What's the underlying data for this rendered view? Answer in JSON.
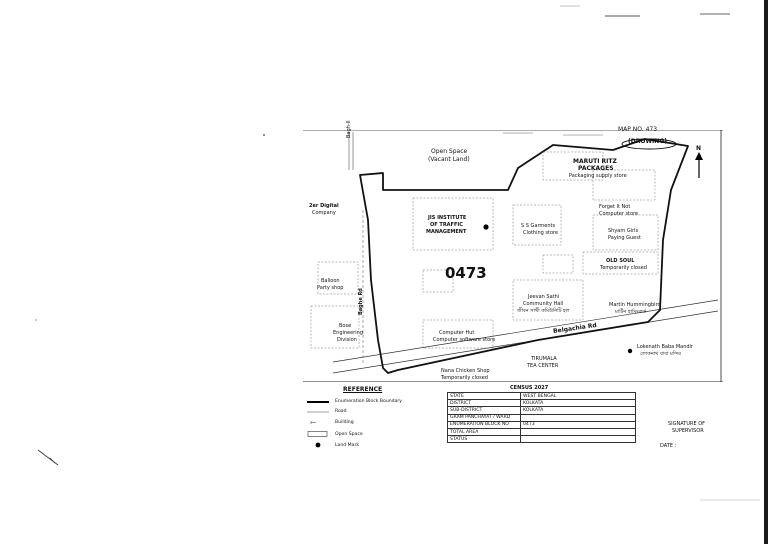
{
  "map": {
    "map_no": "MAP NO. 473",
    "drawing": "(DROWING)",
    "north": "N",
    "block_number": "0473",
    "labels": {
      "road_top": "Bagh-II",
      "open_space": "Open Space",
      "vacant_land": "(Vacant Land)",
      "maruti_1": "MARUTI RITZ",
      "maruti_2": "PACKAGES",
      "maruti_3": "Packaging supply store",
      "digital_1": "2er Digital",
      "digital_2": "Company",
      "jis_1": "JIS INSTITUTE",
      "jis_2": "OF TRAFFIC",
      "jis_3": "MANAGEMENT",
      "ss_1": "S S Garments",
      "ss_2": "Clothing store",
      "forget_1": "Forget It Not",
      "forget_2": "Computer store",
      "shyam_1": "Shyam Girls",
      "shyam_2": "Paying Guest",
      "oldsoul_1": "OLD SOUL",
      "oldsoul_2": "Temporarily closed",
      "balloon_1": "Balloon",
      "balloon_2": "Party shop",
      "baghe_rd": "Baghe Rd",
      "jeevan_1": "Jeevan Sathi",
      "jeevan_2": "Community Hall",
      "jeevan_3": "জীবন সাথী কমিউনিটি হল",
      "martin_1": "Martin Hummingbird",
      "martin_2": "মার্টিন হামিংবার্ড",
      "bose_1": "Bose",
      "bose_2": "Engineering",
      "bose_3": "Division",
      "computer_1": "Computer Hut",
      "computer_2": "Computer software store",
      "belgachia_rd": "Belgachia Rd",
      "lokenath_1": "Lokenath Baba Mandir",
      "lokenath_2": "লোকনাথ বাবা মন্দির",
      "tirumala_1": "TIRUMALA",
      "tirumala_2": "TEA CENTER",
      "nana_1": "Nana Chicken Shop",
      "nana_2": "Temporarily closed"
    }
  },
  "legend": {
    "title": "REFERENCE",
    "items": [
      "Enumeration Block Boundary",
      "Road",
      "Building",
      "Open Space",
      "Land Mark"
    ]
  },
  "census": {
    "title": "CENSUS 2027",
    "rows": [
      {
        "label": "STATE",
        "value": "WEST BENGAL"
      },
      {
        "label": "DISTRICT",
        "value": "KOLKATA"
      },
      {
        "label": "SUB-DISTRICT",
        "value": "KOLKATA"
      },
      {
        "label": "GRAM PANCHAYAT / WARD",
        "value": ""
      },
      {
        "label": "ENUMERATION BLOCK NO",
        "value": "0473"
      },
      {
        "label": "TOTAL AREA",
        "value": ""
      },
      {
        "label": "STATUS",
        "value": ""
      }
    ]
  },
  "signature": {
    "line1": "SIGNATURE OF",
    "line2": "SUPERVISOR",
    "date": "DATE :"
  }
}
